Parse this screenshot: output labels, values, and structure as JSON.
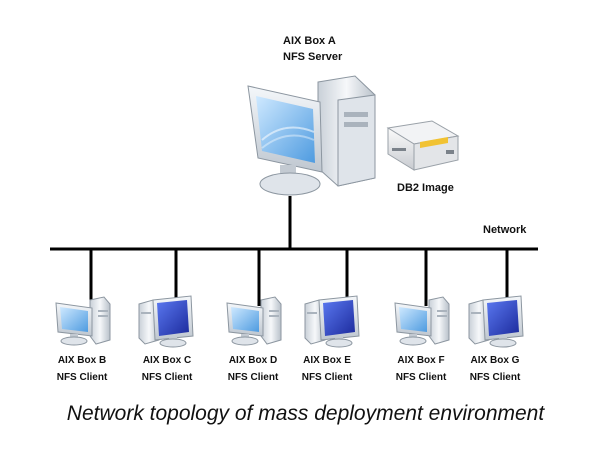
{
  "server": {
    "name": "AIX Box A",
    "role": "NFS Server"
  },
  "image_label": "DB2 Image",
  "network_label": "Network",
  "clients": [
    {
      "name": "AIX Box B",
      "role": "NFS Client",
      "style": "light"
    },
    {
      "name": "AIX Box C",
      "role": "NFS Client",
      "style": "dark"
    },
    {
      "name": "AIX Box D",
      "role": "NFS Client",
      "style": "light"
    },
    {
      "name": "AIX Box E",
      "role": "NFS Client",
      "style": "dark"
    },
    {
      "name": "AIX Box F",
      "role": "NFS Client",
      "style": "light"
    },
    {
      "name": "AIX Box G",
      "role": "NFS Client",
      "style": "dark"
    }
  ],
  "caption": "Network topology of mass deployment environment",
  "colors": {
    "line": "#000000",
    "screen_light": "#6fb6ee",
    "screen_dark": "#2a3fc4",
    "case": "#e9edf2"
  }
}
